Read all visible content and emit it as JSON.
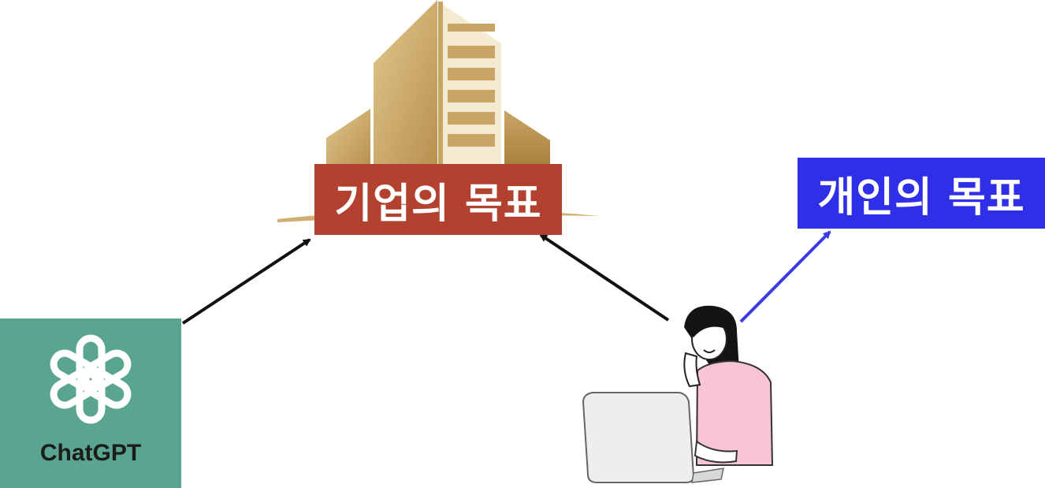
{
  "diagram": {
    "corporate_goal_label": "기업의 목표",
    "personal_goal_label": "개인의 목표",
    "chatgpt_label": "ChatGPT"
  },
  "colors": {
    "corporate_box": "#b3412f",
    "personal_box": "#2f2fe8",
    "chatgpt_tile": "#5aa58f",
    "building_gold": "#cfae70",
    "arrow_black": "#111111",
    "arrow_blue": "#3a3ae6",
    "person_shirt": "#f6c4d2"
  },
  "icons": {
    "building": "office-building-icon",
    "chatgpt": "openai-logo-icon",
    "person": "woman-at-laptop-illustration"
  },
  "connections": [
    {
      "from": "chatgpt",
      "to": "corporate_goal",
      "color": "black"
    },
    {
      "from": "person",
      "to": "corporate_goal",
      "color": "black"
    },
    {
      "from": "person",
      "to": "personal_goal",
      "color": "blue"
    }
  ]
}
